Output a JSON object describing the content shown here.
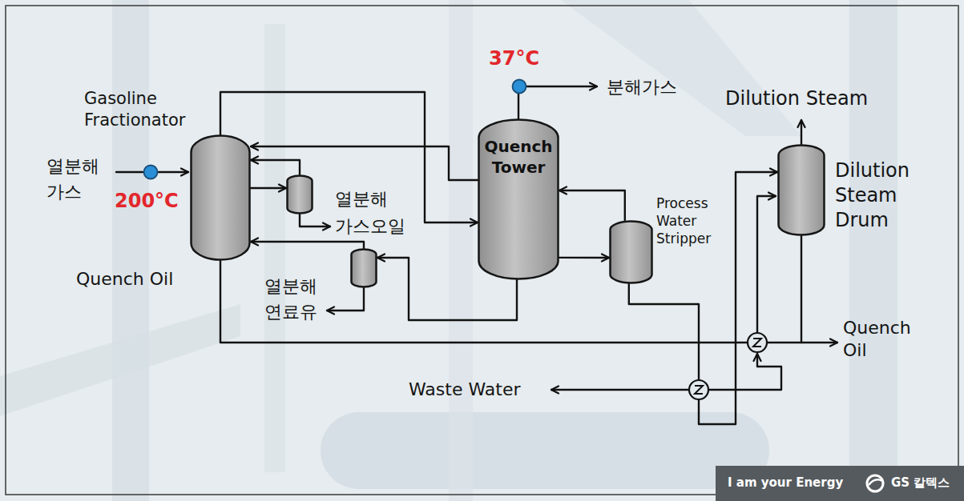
{
  "diagram": {
    "nodes": [
      {
        "text": [
          "Gasoline Fractionator"
        ]
      },
      {
        "text": [
          "열분해 가스오일"
        ]
      },
      {
        "text": [
          "열분해 연료유"
        ]
      },
      {
        "text": [
          "Quench Tower"
        ]
      },
      {
        "text": [
          "Process Water Stripper"
        ]
      },
      {
        "text": [
          "Dilution Steam Drum"
        ]
      }
    ],
    "edges": [
      {
        "from": 0,
        "to": 3,
        "arrow": "to"
      },
      {
        "from": 3,
        "to": 0,
        "arrow": "to"
      },
      {
        "from": 0,
        "to": 1,
        "arrow": "to"
      },
      {
        "from": 1,
        "to": 0,
        "arrow": "to"
      },
      {
        "from": 3,
        "to": 2,
        "arrow": "to"
      },
      {
        "from": 2,
        "to": 0,
        "arrow": "to"
      },
      {
        "from": 3,
        "to": 4,
        "arrow": "to"
      },
      {
        "from": 4,
        "to": 3,
        "arrow": "to"
      },
      {
        "from": 4,
        "to": 5,
        "arrow": "to"
      }
    ],
    "labels": [
      "열분해 가스",
      "200°C",
      "37°C",
      "분해가스",
      "Dilution Steam",
      "Quench Oil",
      "Quench Oil",
      "Waste Water",
      "I am your Energy",
      "GS 칼텍스"
    ]
  }
}
